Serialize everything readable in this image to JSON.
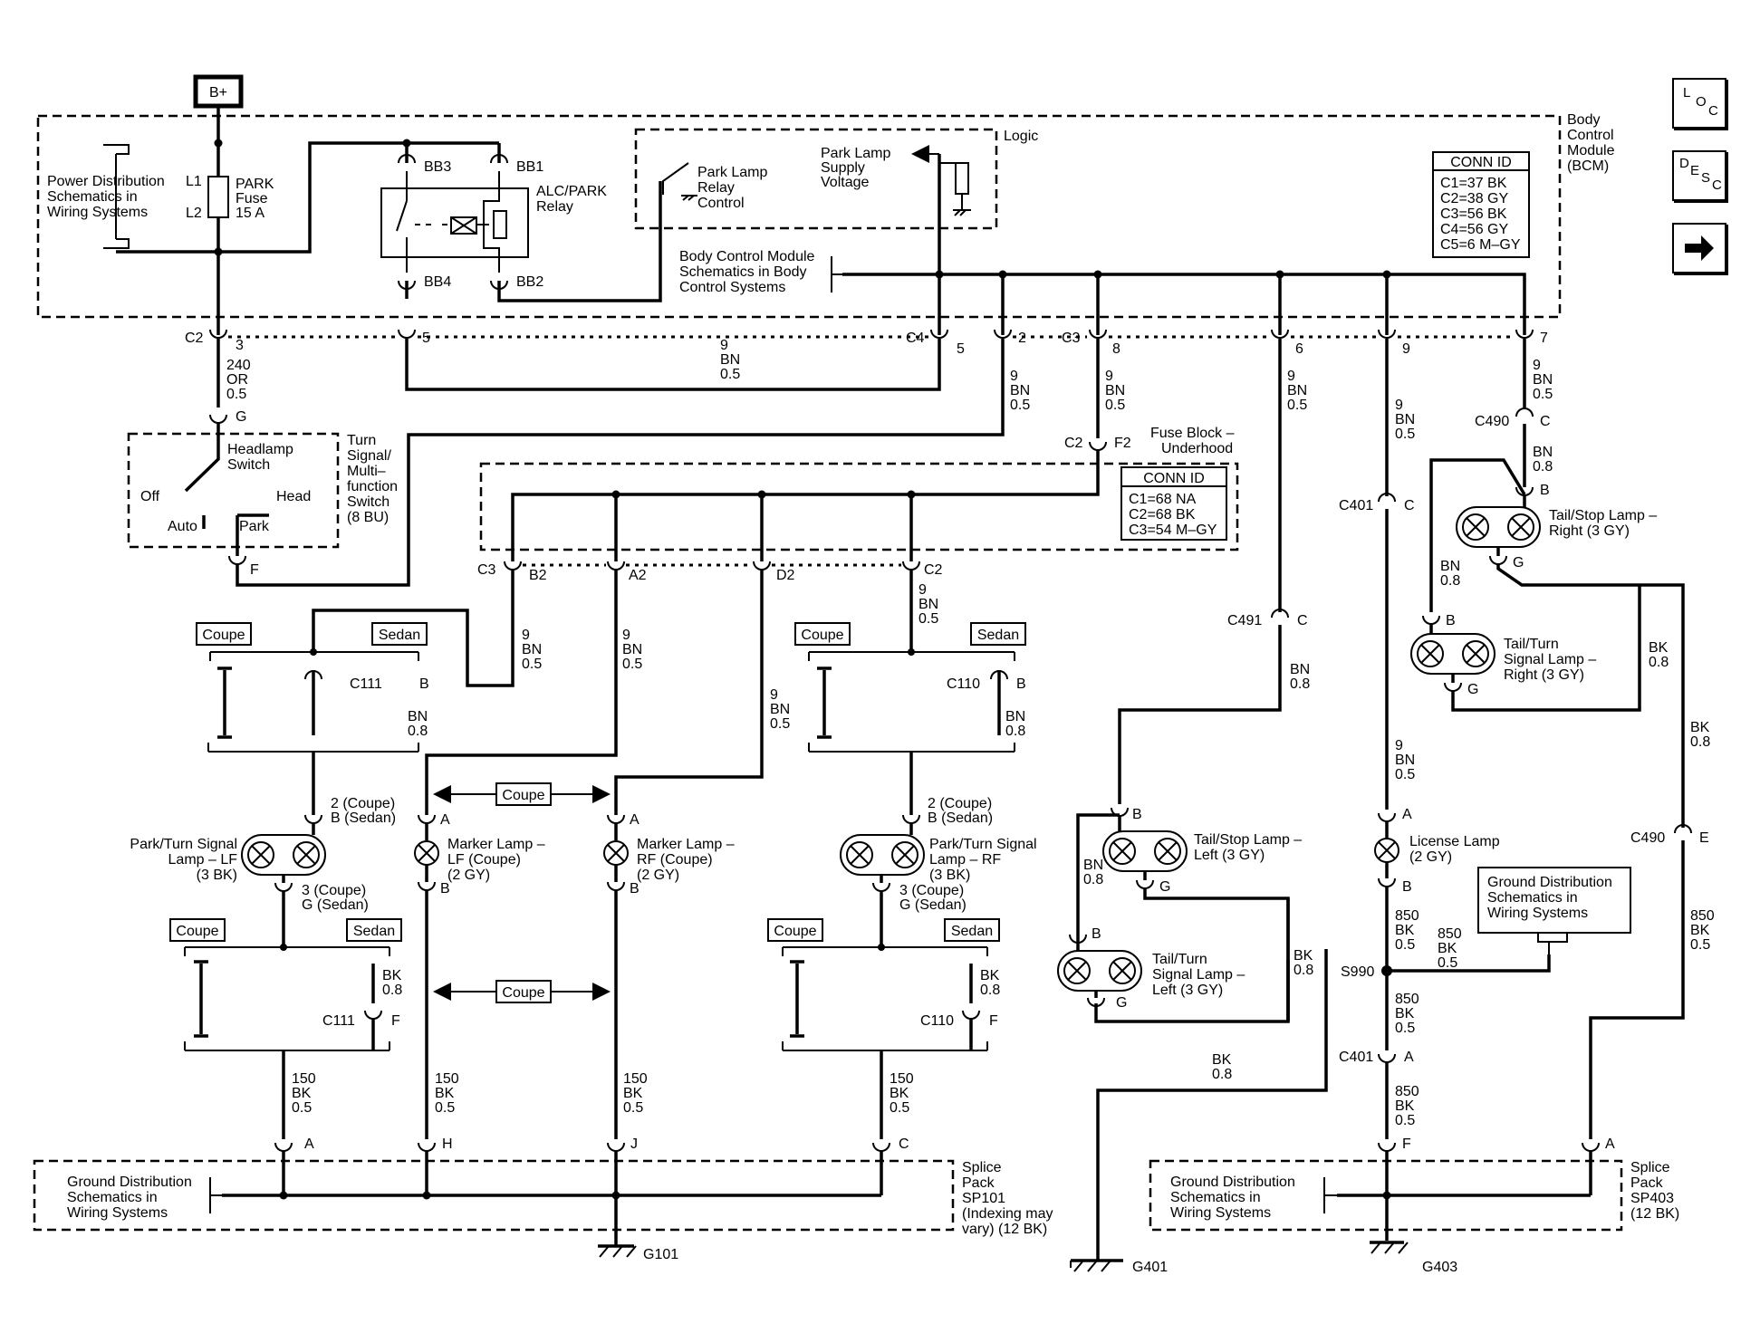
{
  "power": {
    "label": "B+"
  },
  "bcm": {
    "label": [
      "Body",
      "Control",
      "Module",
      "(BCM)"
    ],
    "conn_title": "CONN ID",
    "conn_rows": [
      "C1=37 BK",
      "C2=38 GY",
      "C3=56 BK",
      "C4=56 GY",
      "C5=6 M–GY"
    ],
    "logic": "Logic",
    "park_lamp_supply": [
      "Park Lamp",
      "Supply",
      "Voltage"
    ],
    "park_lamp_relay_control": [
      "Park Lamp",
      "Relay",
      "Control"
    ],
    "bcm_schem": [
      "Body Control Module",
      "Schematics in Body",
      "Control Systems"
    ]
  },
  "power_dist": [
    "Power Distribution",
    "Schematics in",
    "Wiring  Systems"
  ],
  "fuse": {
    "l1": "L1",
    "l2": "L2",
    "label": [
      "PARK",
      "Fuse",
      "15 A"
    ]
  },
  "relay": {
    "label": [
      "ALC/PARK",
      "Relay"
    ],
    "bb1": "BB1",
    "bb2": "BB2",
    "bb3": "BB3",
    "bb4": "BB4"
  },
  "conn": {
    "c2": "C2",
    "c3": "C3",
    "c4": "C4",
    "c111": "C111",
    "c110": "C110",
    "c490": "C490",
    "c401": "C401",
    "c491": "C491",
    "pin_3": "3",
    "pin_5": "5",
    "pin_2": "2",
    "pin_8": "8",
    "pin_6": "6",
    "pin_9": "9",
    "pin_7": "7",
    "pin_g": "G",
    "pin_f": "F",
    "pin_c": "C",
    "pin_b": "B",
    "pin_a": "A",
    "pin_e": "E",
    "pin_h": "H",
    "pin_j": "J",
    "f2": "F2",
    "b2": "B2",
    "a2": "A2",
    "d2": "D2"
  },
  "wires": {
    "w240": [
      "240",
      "OR",
      "0.5"
    ],
    "w9bn": [
      "9",
      "BN",
      "0.5"
    ],
    "bn08": [
      "BN",
      "0.8"
    ],
    "bk08": [
      "BK",
      "0.8"
    ],
    "w150": [
      "150",
      "BK",
      "0.5"
    ],
    "w850": [
      "850",
      "BK",
      "0.5"
    ]
  },
  "switch": {
    "label": [
      "Turn",
      "Signal/",
      "Multi–",
      "function",
      "Switch",
      "(8 BU)"
    ],
    "headlamp": [
      "Headlamp",
      "Switch"
    ],
    "off": "Off",
    "head": "Head",
    "auto": "Auto",
    "park": "Park"
  },
  "fuse_block": {
    "label": [
      "Fuse Block –",
      "Underhood"
    ],
    "conn_title": "CONN ID",
    "conn_rows": [
      "C1=68 NA",
      "C2=68 BK",
      "C3=54 M–GY"
    ]
  },
  "tags": {
    "coupe": "Coupe",
    "sedan": "Sedan"
  },
  "lamps": {
    "park_turn_lf": [
      "Park/Turn Signal",
      "Lamp – LF",
      "(3 BK)"
    ],
    "park_turn_rf": [
      "Park/Turn Signal",
      "Lamp – RF",
      "(3 BK)"
    ],
    "marker_lf": [
      "Marker Lamp –",
      "LF (Coupe)",
      "(2 GY)"
    ],
    "marker_rf": [
      "Marker Lamp –",
      "RF (Coupe)",
      "(2 GY)"
    ],
    "tail_stop_left": [
      "Tail/Stop Lamp –",
      "Left (3 GY)"
    ],
    "tail_turn_left": [
      "Tail/Turn",
      "Signal Lamp –",
      "Left (3 GY)"
    ],
    "tail_stop_right": [
      "Tail/Stop Lamp –",
      "Right (3 GY)"
    ],
    "tail_turn_right": [
      "Tail/Turn",
      "Signal Lamp –",
      "Right (3 GY)"
    ],
    "license": [
      "License Lamp",
      "(2 GY)"
    ],
    "pin2": [
      "2 (Coupe)",
      "B (Sedan)"
    ],
    "pin3": [
      "3 (Coupe)",
      "G (Sedan)"
    ]
  },
  "ground": {
    "gd_schem": [
      "Ground Distribution",
      "Schematics in",
      "Wiring Systems"
    ],
    "sp101": [
      "Splice",
      "Pack",
      "SP101",
      "(Indexing may",
      "vary) (12 BK)"
    ],
    "sp403": [
      "Splice",
      "Pack",
      "SP403",
      "(12 BK)"
    ],
    "s990": "S990",
    "g101": "G101",
    "g401": "G401",
    "g403": "G403"
  },
  "nav": {
    "loc": [
      "L",
      "O",
      "C"
    ],
    "desc": [
      "D",
      "E",
      "S",
      "C"
    ],
    "next_icon": "right-arrow-icon"
  }
}
